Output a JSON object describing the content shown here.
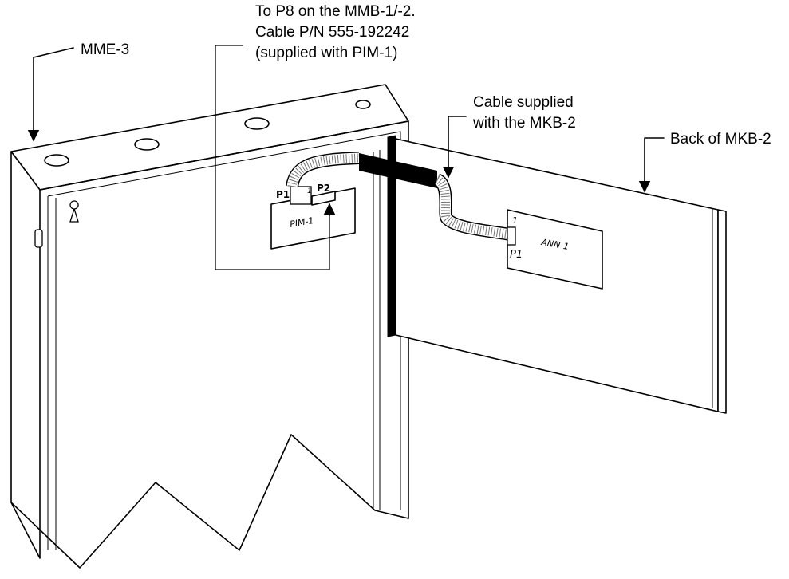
{
  "callouts": {
    "mme3": "MME-3",
    "p8_line1": "To P8 on the MMB-1/-2.",
    "p8_line2": "Cable P/N 555-192242",
    "p8_line3": "(supplied with PIM-1)",
    "cable_line1": "Cable supplied",
    "cable_line2": "with the MKB-2",
    "back_mkb2": "Back of MKB-2"
  },
  "boards": {
    "pim_label": "PIM-1",
    "pim_p1": "P1",
    "pim_p2": "P2",
    "ann_label": "ANN-1",
    "ann_p1": "P1",
    "ann_pin1": "1",
    "pim_pin1": "1"
  }
}
